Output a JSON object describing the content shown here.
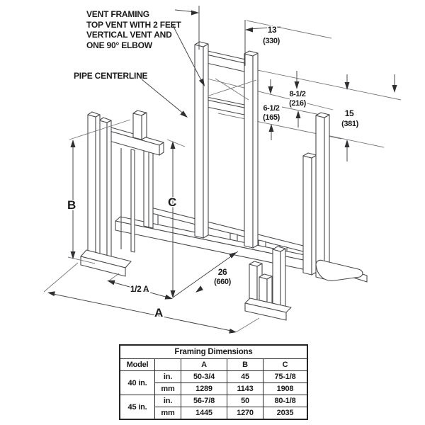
{
  "drawing": {
    "callout_vent_framing": "VENT FRAMING\nTOP VENT WITH 2 FEET\nVERTICAL VENT AND\nONE 90° ELBOW",
    "callout_pipe_centerline": "PIPE CENTERLINE",
    "dims": {
      "top_width_in": "13",
      "top_width_mm": "(330)",
      "offset_inner_in": "6-1/2",
      "offset_inner_mm": "(165)",
      "offset_outer_in": "8-1/2",
      "offset_outer_mm": "(216)",
      "right_height_in": "15",
      "right_height_mm": "(381)",
      "depth_in": "26",
      "depth_mm": "(660)",
      "letter_a": "A",
      "letter_half_a": "1/2 A",
      "letter_b": "B",
      "letter_c": "C"
    }
  },
  "table": {
    "title": "Framing Dimensions",
    "col_headers": [
      "Model",
      "",
      "A",
      "B",
      "C"
    ],
    "rows": [
      {
        "model": "40 in.",
        "unit": "in.",
        "a": "50-3/4",
        "b": "45",
        "c": "75-1/8"
      },
      {
        "model": "40 in.",
        "unit": "mm",
        "a": "1289",
        "b": "1143",
        "c": "1908"
      },
      {
        "model": "45 in.",
        "unit": "in.",
        "a": "56-7/8",
        "b": "50",
        "c": "80-1/8"
      },
      {
        "model": "45 in.",
        "unit": "mm",
        "a": "1445",
        "b": "1270",
        "c": "2035"
      }
    ]
  },
  "colors": {
    "ink": "#1b1b1d",
    "line": "#4a4a4f",
    "background": "#ffffff"
  }
}
